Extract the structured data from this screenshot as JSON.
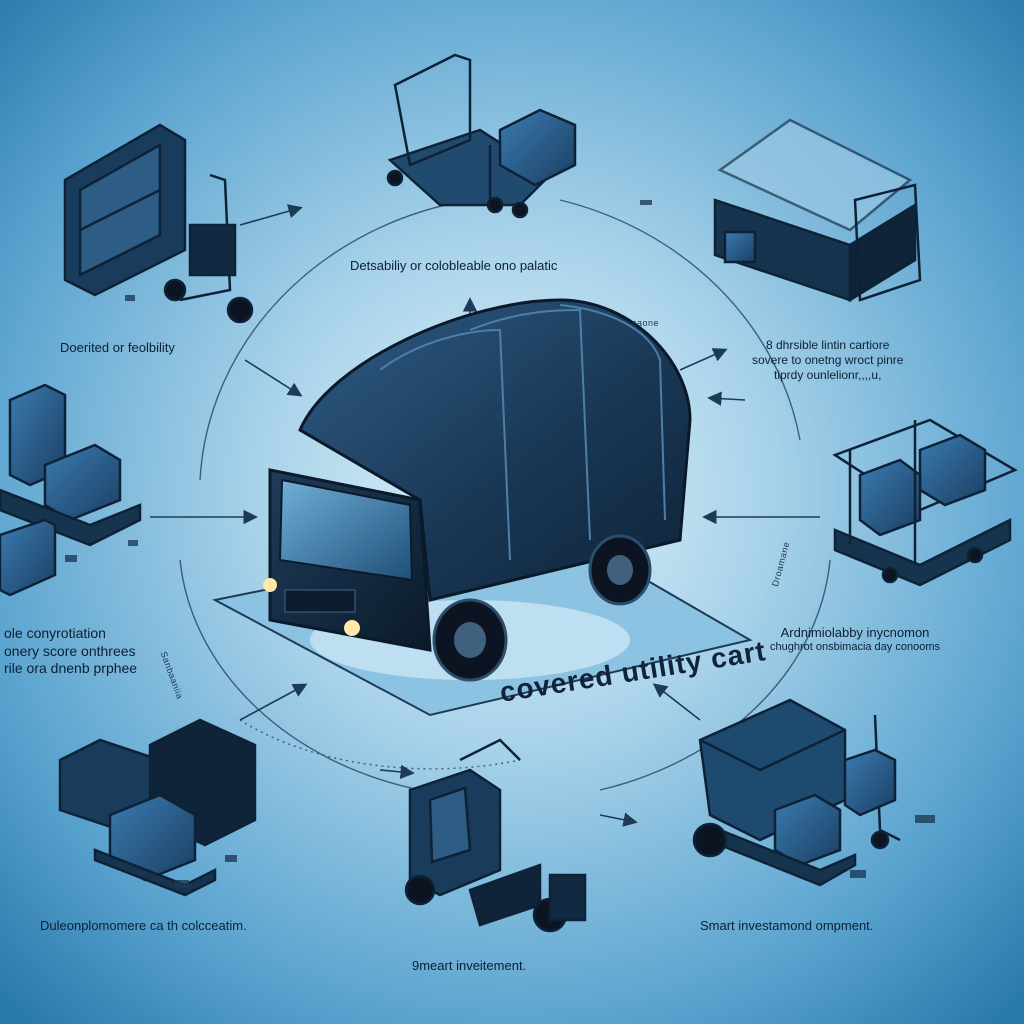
{
  "diagram": {
    "center_label": "covered utility   cart",
    "labels": {
      "top_center": "Detsabiliy or colobleable ono palatic",
      "upper_left": "Doerited or feolbility",
      "upper_right": [
        "8 dhrsible lintin cartiore",
        "sovere to onetng wroct pinre",
        "tiprdy ounlelionr,,,,u,"
      ],
      "mid_left": [
        "ole conyrotiation",
        "onery score onthrees",
        "rile ora dnenb prphee"
      ],
      "mid_right": [
        "Ardnimiolabby inycnomon",
        "chughrot onsbimacia day conooms"
      ],
      "bottom_left": "Duleonplomomere ca th colcceatim.",
      "bottom_center": "9meart inveitement.",
      "bottom_right": "Smart investamond ompment.",
      "tiny_top_right": "caone",
      "tiny_left_vertical": "Sanbaaniia",
      "tiny_right_vertical": "Droamane"
    },
    "colors": {
      "background_center": "#d9eef8",
      "background_edge": "#2c7fae",
      "ink": "#0d2236",
      "accent": "#1e5e8c"
    }
  }
}
